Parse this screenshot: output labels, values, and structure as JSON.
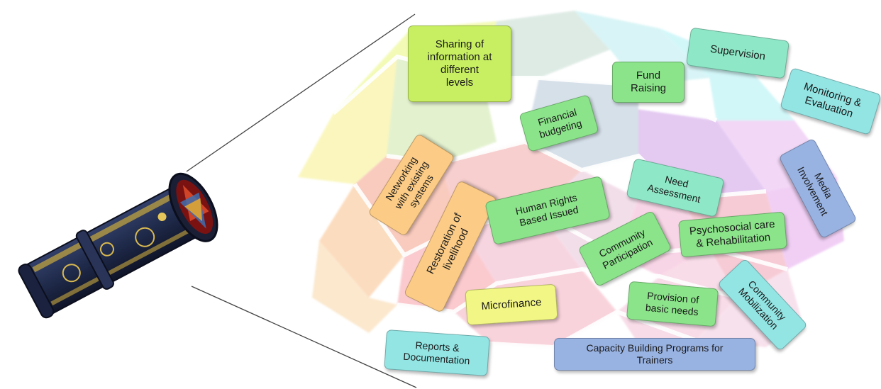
{
  "diagram": {
    "colors": {
      "lime": "#c8ef62",
      "green": "#8be38a",
      "mint": "#8ee8c8",
      "aqua": "#93e5e4",
      "orange": "#fccc86",
      "yellow": "#f2f685",
      "blue": "#98b2e2"
    },
    "image": "kaleidoscope",
    "labels": {
      "sharing": "Sharing of\ninformation at\ndifferent\nlevels",
      "fund": "Fund\nRaising",
      "supervision": "Supervision",
      "monitoring": "Monitoring &\nEvaluation",
      "financial": "Financial\nbudgeting",
      "networking": "Networking\nwith existing\nsystems",
      "restoration": "Restoration of\nlivelihood",
      "human_rights": "Human Rights\nBased Issued",
      "need": "Need\nAssessment",
      "media": "Media\nInvolvement",
      "psychosocial": "Psychosocial care\n& Rehabilitation",
      "community_participation": "Community\nParticipation",
      "microfinance": "Microfinance",
      "provision": "Provision of\nbasic needs",
      "community_mobilization": "Community\nMobilization",
      "reports": "Reports &\nDocumentation",
      "capacity": "Capacity Building Programs for\nTrainers"
    }
  }
}
